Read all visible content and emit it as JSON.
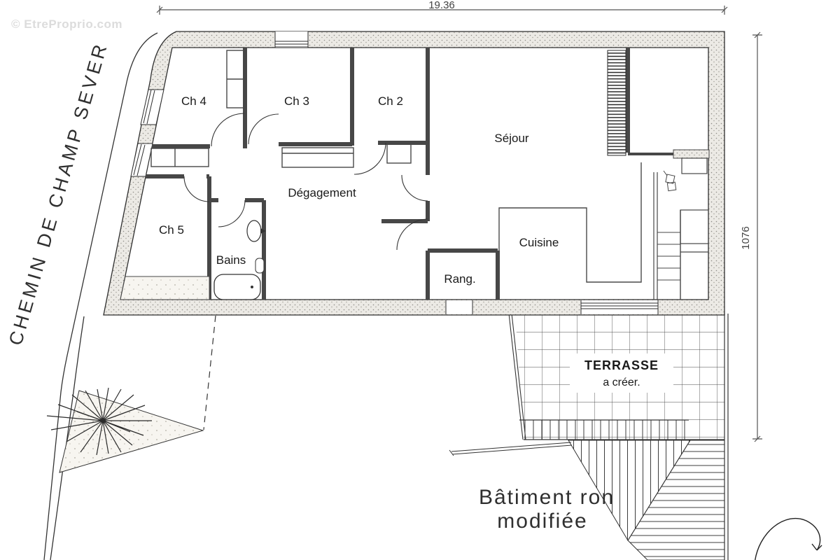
{
  "watermark": "© EtreProprio.com",
  "street": {
    "label": "CHEMIN DE CHAMP SEVER"
  },
  "dimensions": {
    "width_label": "19.36",
    "height_label": "1076"
  },
  "rooms": {
    "ch4": {
      "label": "Ch 4"
    },
    "ch3": {
      "label": "Ch 3"
    },
    "ch2": {
      "label": "Ch 2"
    },
    "sejour": {
      "label": "Séjour"
    },
    "degagement": {
      "label": "Dégagement"
    },
    "ch5": {
      "label": "Ch 5"
    },
    "bains": {
      "label": "Bains"
    },
    "rang": {
      "label": "Rang."
    },
    "cuisine": {
      "label": "Cuisine"
    }
  },
  "terrace": {
    "title": "TERRASSE",
    "subtitle": "a créer."
  },
  "annotation": {
    "line1": "Bâtiment ron",
    "line2": "modifiée"
  },
  "colors": {
    "line": "#2e2e2e",
    "wall": "#eceae5",
    "text": "#1a1a1a",
    "dim": "#444444",
    "watermark": "#dcdcdc",
    "thin": "#2f2f2f"
  }
}
